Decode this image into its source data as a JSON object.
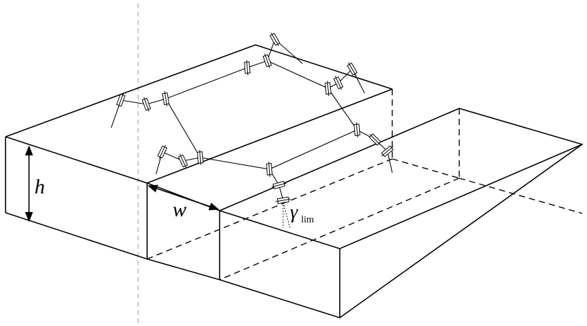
{
  "labels": {
    "height_symbol": "h",
    "width_symbol": "w",
    "angle_symbol": "γ",
    "angle_subscript": "lim"
  }
}
